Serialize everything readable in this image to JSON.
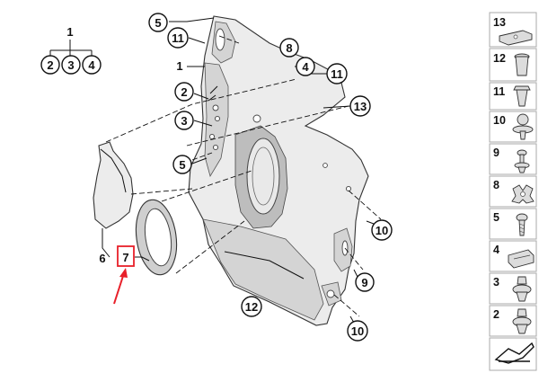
{
  "callouts": {
    "c1_top": "1",
    "c2_left": "2",
    "c3_left": "3",
    "c4_left": "4",
    "c5_top": "5",
    "c11_top": "11",
    "c8": "8",
    "c1_mid": "1",
    "c4_mid": "4",
    "c11_mid": "11",
    "c2_mid": "2",
    "c3_mid": "3",
    "c13": "13",
    "c5_mid": "5",
    "c6": "6",
    "c7": "7",
    "c10_a": "10",
    "c9": "9",
    "c12": "12",
    "c10_b": "10"
  },
  "parts_legend": {
    "items": [
      {
        "number": "13",
        "icon": "clip-strip-icon"
      },
      {
        "number": "12",
        "icon": "plug-cap-icon"
      },
      {
        "number": "11",
        "icon": "expanding-rivet-icon"
      },
      {
        "number": "10",
        "icon": "push-rivet-icon"
      },
      {
        "number": "9",
        "icon": "screw-grommet-icon"
      },
      {
        "number": "8",
        "icon": "spring-nut-icon"
      },
      {
        "number": "5",
        "icon": "screw-icon"
      },
      {
        "number": "4",
        "icon": "clip-nut-icon"
      },
      {
        "number": "3",
        "icon": "clip-fastener-icon"
      },
      {
        "number": "2",
        "icon": "clip-fastener-icon"
      },
      {
        "number": "",
        "icon": "arrow-footer-icon"
      }
    ]
  },
  "colors": {
    "highlight_box": "#e8202a",
    "pointer_arrow": "#e8202a"
  }
}
